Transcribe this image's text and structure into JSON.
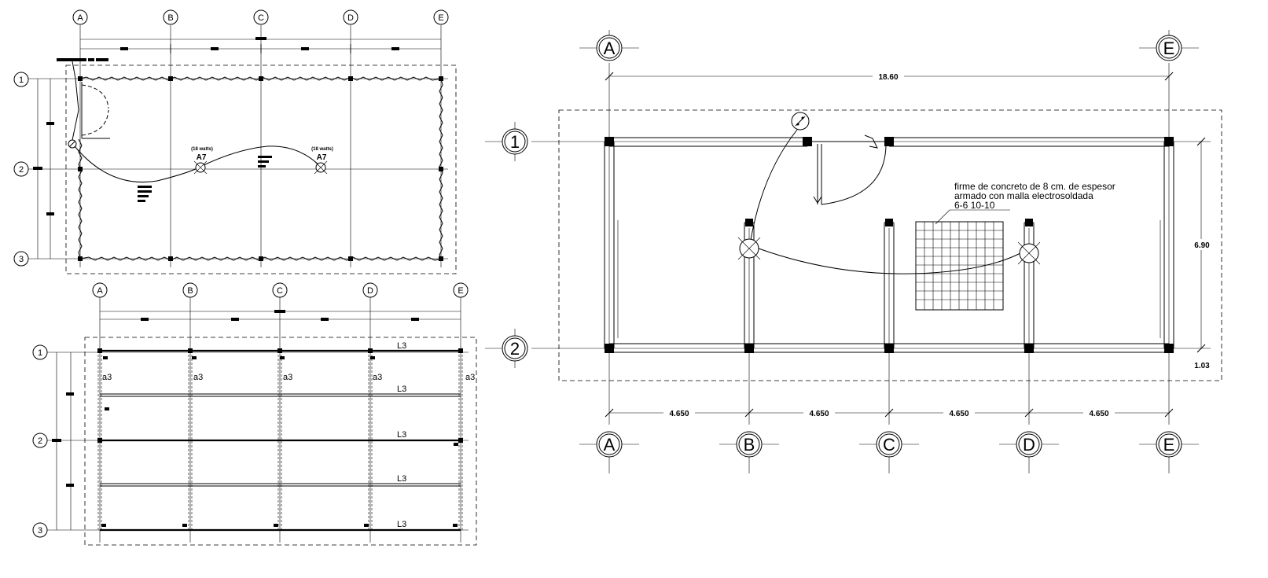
{
  "grid": {
    "columns": [
      "A",
      "B",
      "C",
      "D",
      "E"
    ],
    "rows": [
      "1",
      "2",
      "3"
    ],
    "rows_large": [
      "1",
      "2"
    ]
  },
  "electrical_plan": {
    "labels": [
      {
        "circuit": "A7",
        "note": "(18 watts)"
      },
      {
        "circuit": "A7",
        "note": "(18 watts)"
      }
    ]
  },
  "framing_plan": {
    "beam_label": "L3",
    "column_label": "a3"
  },
  "floor_plan": {
    "overall_width": "18.60",
    "height": "6.90",
    "overhang": "1.03",
    "bays": [
      "4.650",
      "4.650",
      "4.650",
      "4.650"
    ],
    "slab_note": [
      "firme de concreto de 8 cm. de espesor",
      "armado con malla electrosoldada",
      "6-6 10-10"
    ]
  }
}
